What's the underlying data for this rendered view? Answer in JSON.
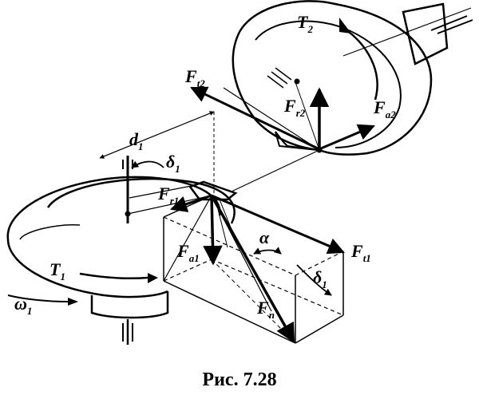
{
  "caption": "Рис. 7.28",
  "labels": {
    "T2": {
      "main": "T",
      "sub": "2"
    },
    "Ft2": {
      "main": "F",
      "sub": "t2"
    },
    "Fr2": {
      "main": "F",
      "sub": "r2"
    },
    "Fa2": {
      "main": "F",
      "sub": "a2"
    },
    "d1": {
      "main": "d",
      "sub": "1"
    },
    "delta1_top": {
      "main": "δ",
      "sub": "1"
    },
    "Fr1": {
      "main": "F",
      "sub": "r1"
    },
    "Fa1": {
      "main": "F",
      "sub": "a1"
    },
    "alpha": {
      "main": "α",
      "sub": ""
    },
    "Ft1": {
      "main": "F",
      "sub": "t1"
    },
    "delta1_right": {
      "main": "δ",
      "sub": "1"
    },
    "T1": {
      "main": "T",
      "sub": "1"
    },
    "omega1": {
      "main": "ω",
      "sub": "1"
    },
    "Fn": {
      "main": "F",
      "sub": "n"
    }
  }
}
